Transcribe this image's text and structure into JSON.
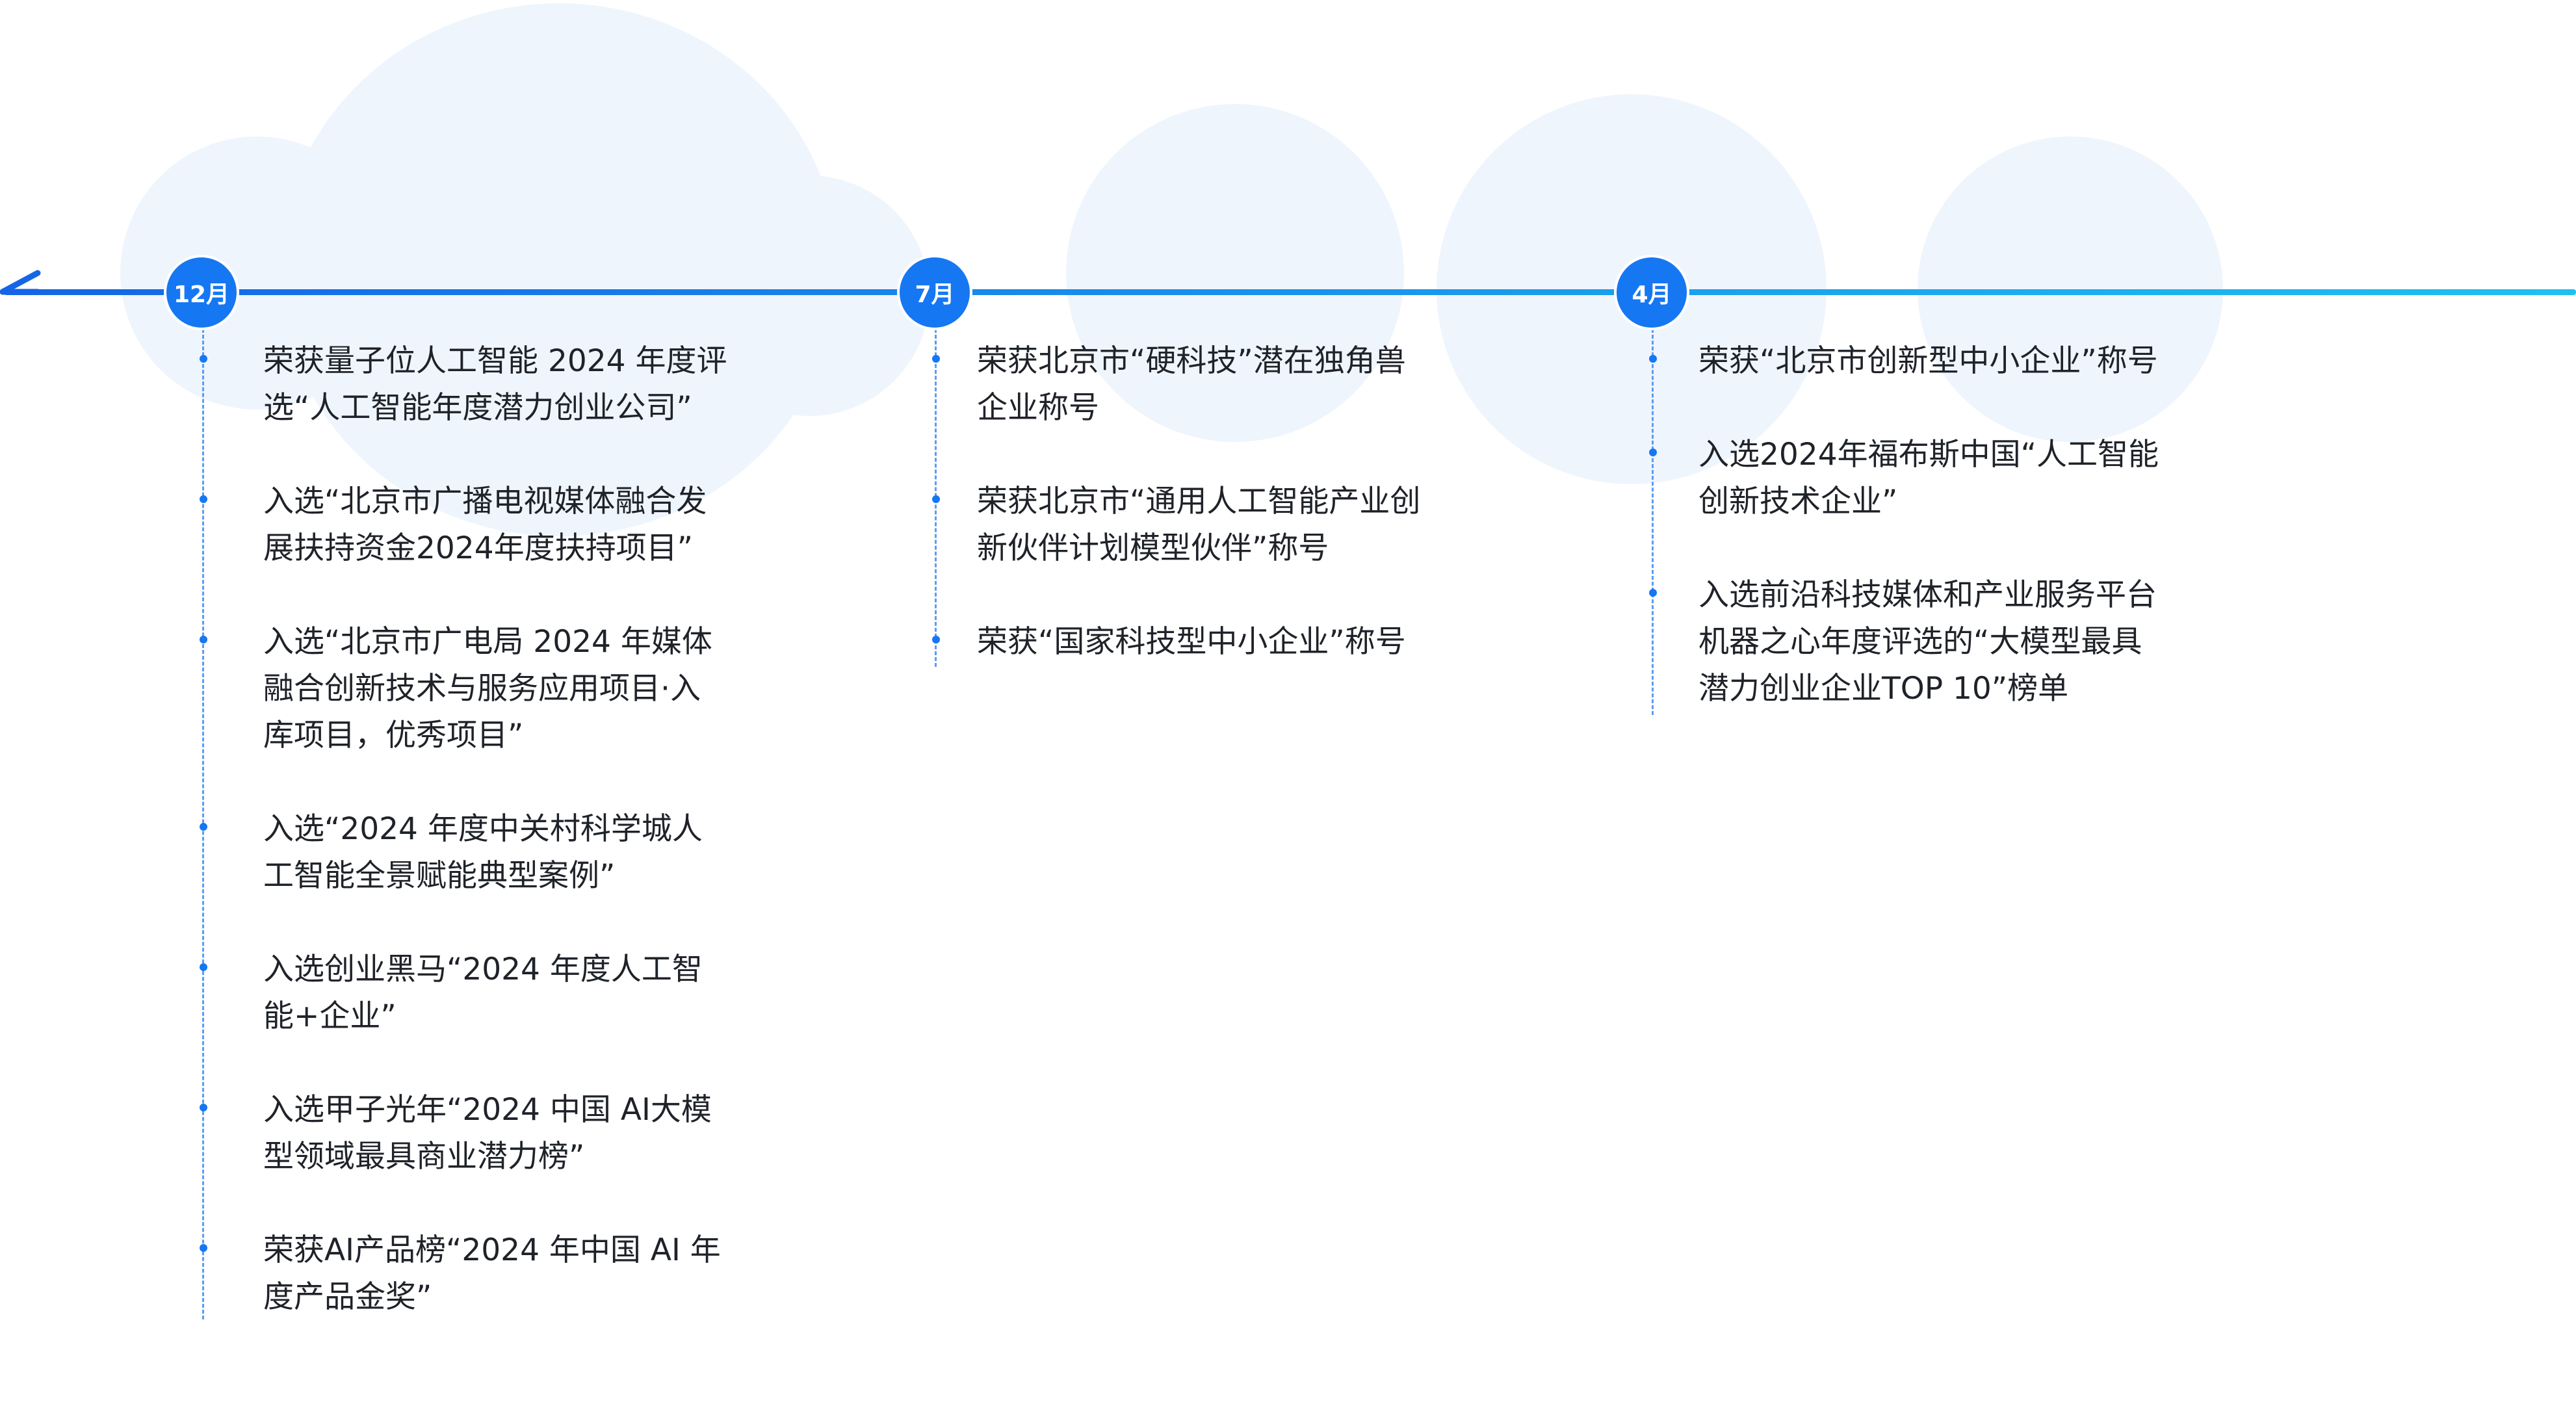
{
  "colors": {
    "accent": "#1677f2",
    "line_start": "#1466e6",
    "line_end": "#1ec0f2",
    "cloud": "#eff5fd",
    "text": "#1f2329"
  },
  "timeline": [
    {
      "month": "12月",
      "items": [
        "荣获量子位人工智能 2024 年度评\n选“人工智能年度潜力创业公司”",
        "入选“北京市广播电视媒体融合发\n展扶持资金2024年度扶持项目”",
        "入选“北京市广电局 2024 年媒体\n融合创新技术与服务应用项目·入\n库项目，优秀项目”",
        "入选“2024 年度中关村科学城人\n工智能全景赋能典型案例”",
        "入选创业黑马“2024 年度人工智\n能+企业”",
        "入选甲子光年“2024 中国 AI大模\n型领域最具商业潜力榜”",
        "荣获AI产品榜“2024 年中国 AI 年\n度产品金奖”"
      ]
    },
    {
      "month": "7月",
      "items": [
        "荣获北京市“硬科技”潜在独角兽\n企业称号",
        "荣获北京市“通用人工智能产业创\n新伙伴计划模型伙伴”称号",
        "荣获“国家科技型中小企业”称号"
      ]
    },
    {
      "month": "4月",
      "items": [
        "荣获“北京市创新型中小企业”称号",
        "入选2024年福布斯中国“人工智能\n创新技术企业”",
        "入选前沿科技媒体和产业服务平台\n机器之心年度评选的“大模型最具\n潜力创业企业TOP 10”榜单"
      ]
    }
  ]
}
